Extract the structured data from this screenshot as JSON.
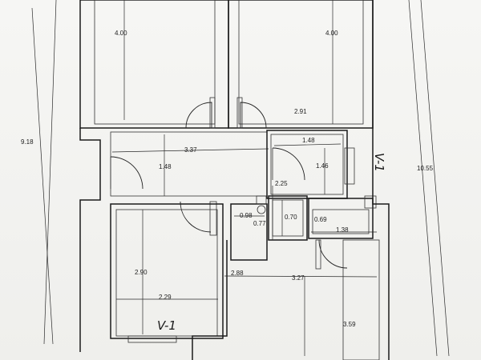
{
  "plan": {
    "room_top_left_width": "4.00",
    "room_top_right_width": "4.00",
    "corridor_top_width": "2.91",
    "left_total_height": "9.18",
    "hall_width": "3.37",
    "hall_height": "1.48",
    "kitchen_width": "1.48",
    "kitchen_height": "1.46",
    "bath_height": "2.25",
    "wc_width": "0.98",
    "wc_depth": "0.77",
    "bath_width": "0.70",
    "closet_width": "0.69",
    "closet_depth": "1.38",
    "bedroom_height": "2.90",
    "bedroom_width": "2.29",
    "corridor_offset": "2.88",
    "bottom_right_width": "3.27",
    "right_room_height": "3.59",
    "right_total_height": "10.55",
    "label_room_1": "V-1",
    "label_room_2": "V-1"
  }
}
